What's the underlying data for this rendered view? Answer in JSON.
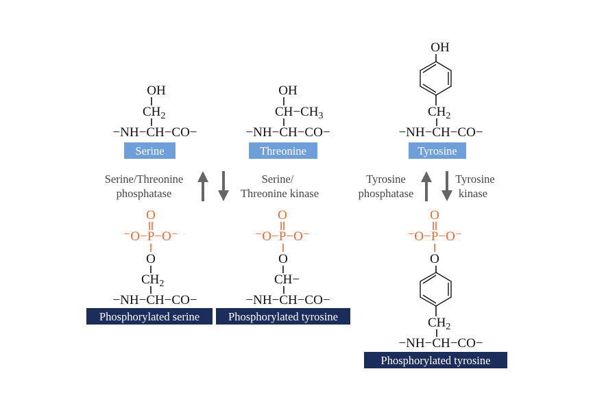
{
  "colors": {
    "unphosphorylated_label": "#6f9fd8",
    "phosphorylated_label": "#1b2d5b",
    "phosphate": "#ee6a33",
    "arrow": "#666666"
  },
  "serine": {
    "oh": "OH",
    "ch": "CH",
    "sub": "2",
    "backbone": "−NH−CH−CO−",
    "label": "Serine"
  },
  "threonine": {
    "oh": "OH",
    "side": "CH−CH",
    "sub": "3",
    "backbone": "−NH−CH−CO−",
    "label": "Threonine"
  },
  "tyrosine": {
    "oh": "OH",
    "ch": "CH",
    "sub": "2",
    "backbone": "−NH−CH−CO−",
    "label": "Tyrosine"
  },
  "ser_thr_reaction": {
    "phosphatase": [
      "Serine/Threonine",
      "phosphatase"
    ],
    "kinase": [
      "Serine/",
      "Threonine kinase"
    ]
  },
  "tyr_reaction": {
    "phosphatase": [
      "Tyrosine",
      "phosphatase"
    ],
    "kinase": [
      "Tyrosine",
      "kinase"
    ]
  },
  "phosphate": {
    "o_top": "O",
    "row": "⁻O−P−O⁻",
    "o_link": "O"
  },
  "p_serine": {
    "ch": "CH",
    "sub": "2",
    "backbone": "−NH−CH−CO−",
    "label": "Phosphorylated serine"
  },
  "p_threonine": {
    "ch": "CH−",
    "backbone": "−NH−CH−CO−",
    "label": "Phosphorylated tyrosine"
  },
  "p_tyrosine": {
    "ch": "CH",
    "sub": "2",
    "backbone": "−NH−CH−CO−",
    "label": "Phosphorylated tyrosine"
  }
}
